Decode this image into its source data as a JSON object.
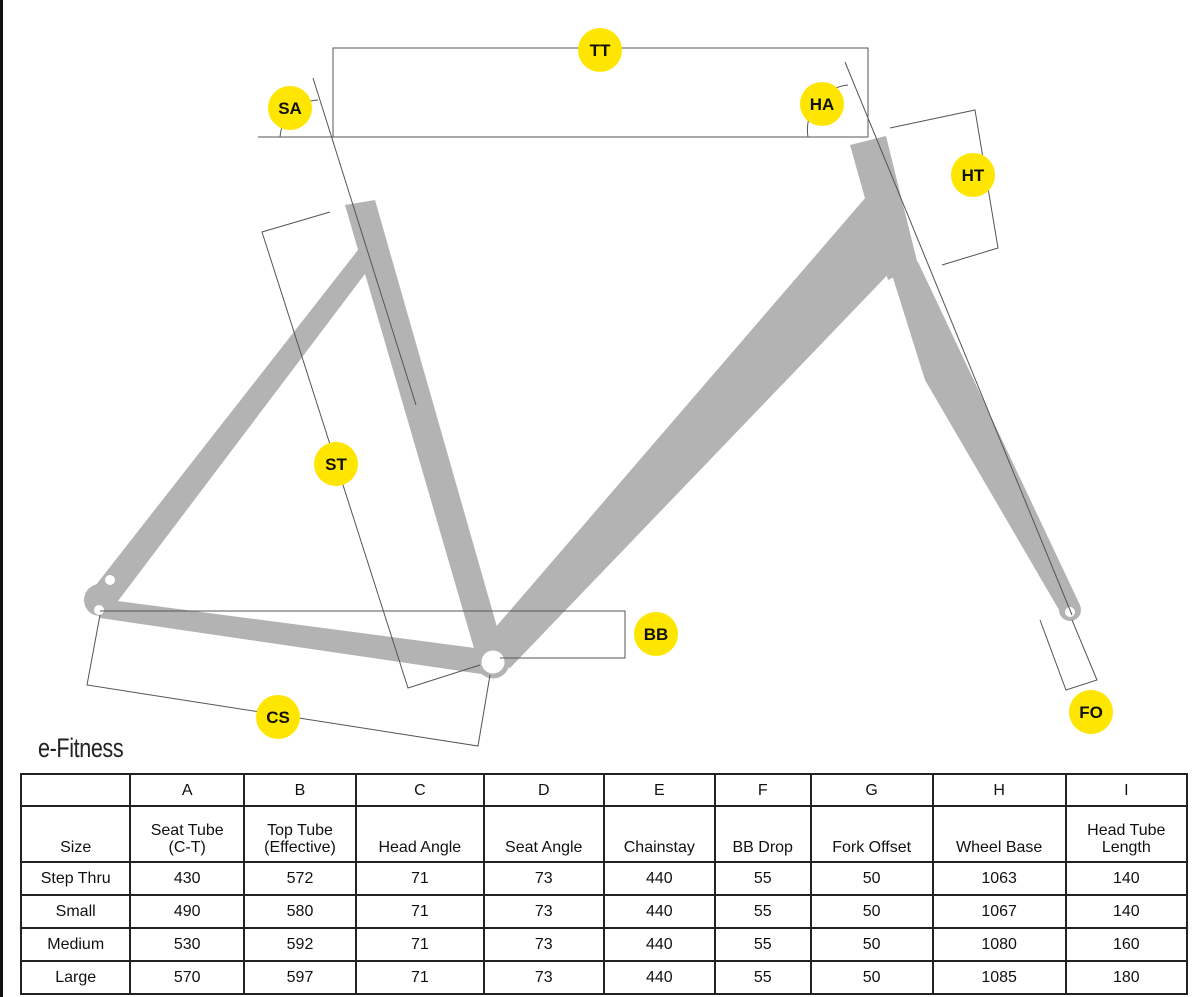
{
  "title": "e-Fitness",
  "labels": {
    "tt": "TT",
    "sa": "SA",
    "ha": "HA",
    "ht": "HT",
    "st": "ST",
    "bb": "BB",
    "cs": "CS",
    "fo": "FO"
  },
  "colors": {
    "badge": "#ffe600",
    "frame": "#b3b3b3"
  },
  "table": {
    "letters": [
      "",
      "A",
      "B",
      "C",
      "D",
      "E",
      "F",
      "G",
      "H",
      "I"
    ],
    "headers": [
      "Size",
      "Seat Tube\n(C-T)",
      "Top Tube\n(Effective)",
      "Head Angle",
      "Seat Angle",
      "Chainstay",
      "BB Drop",
      "Fork Offset",
      "Wheel Base",
      "Head Tube\nLength"
    ],
    "rows": [
      [
        "Step Thru",
        "430",
        "572",
        "71",
        "73",
        "440",
        "55",
        "50",
        "1063",
        "140"
      ],
      [
        "Small",
        "490",
        "580",
        "71",
        "73",
        "440",
        "55",
        "50",
        "1067",
        "140"
      ],
      [
        "Medium",
        "530",
        "592",
        "71",
        "73",
        "440",
        "55",
        "50",
        "1080",
        "160"
      ],
      [
        "Large",
        "570",
        "597",
        "71",
        "73",
        "440",
        "55",
        "50",
        "1085",
        "180"
      ]
    ]
  }
}
